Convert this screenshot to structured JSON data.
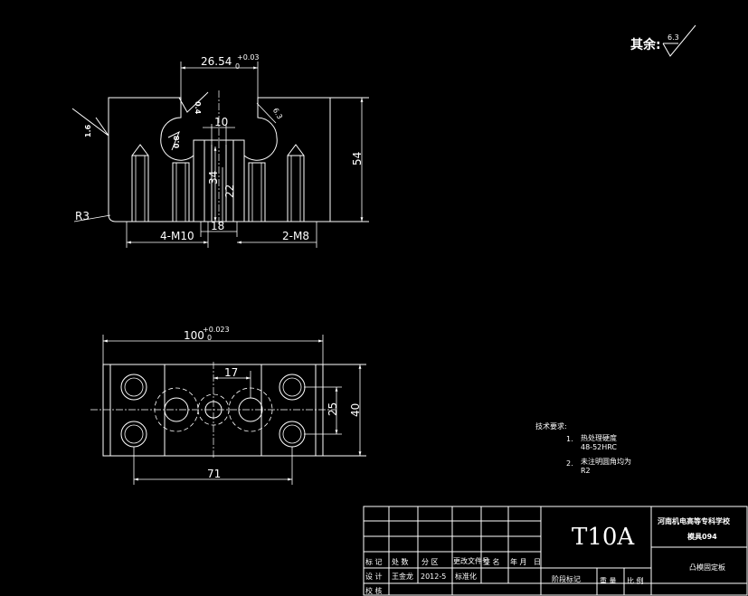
{
  "surface_note": {
    "label": "其余:",
    "value": "6.3"
  },
  "front_view": {
    "dim_width": "26.54",
    "dim_width_tol_upper": "+0.03",
    "dim_width_tol_lower": "0",
    "roughness_a": "0.4",
    "roughness_b": "0.8",
    "roughness_c": "1.6",
    "roughness_d": "6.3",
    "dim_slot": "10",
    "dim_height": "54",
    "dim_34": "34",
    "dim_22": "22",
    "dim_18": "18",
    "radius": "R3",
    "thread_a": "4-M10",
    "thread_b": "2-M8"
  },
  "top_view": {
    "dim_length": "100",
    "dim_length_tol_upper": "+0.023",
    "dim_length_tol_lower": "0",
    "dim_17": "17",
    "dim_71": "71",
    "dim_25": "25",
    "dim_40": "40"
  },
  "tech_notes": {
    "title": "技术要求:",
    "item1_num": "1.",
    "item1_line1": "热处理硬度",
    "item1_line2": "48-52HRC",
    "item2_num": "2.",
    "item2_line1": "未注明圆角均为",
    "item2_line2": "R2"
  },
  "title_block": {
    "material": "T10A",
    "school": "河南机电高等专科学校",
    "part_name": "模具094",
    "drawing_no": "凸模固定板",
    "col_mark": "标  记",
    "col_count": "处  数",
    "col_zone": "分  区",
    "col_docno": "更改文件号",
    "col_sign": "签  名",
    "col_year": "年  月",
    "col_day": "日",
    "row_design": "设  计",
    "designer": "王金龙",
    "design_date": "2012-5",
    "standardize": "标准化",
    "row_check": "校  核",
    "stage_mark": "阶段标记",
    "weight": "重  量",
    "scale": "比  例"
  }
}
